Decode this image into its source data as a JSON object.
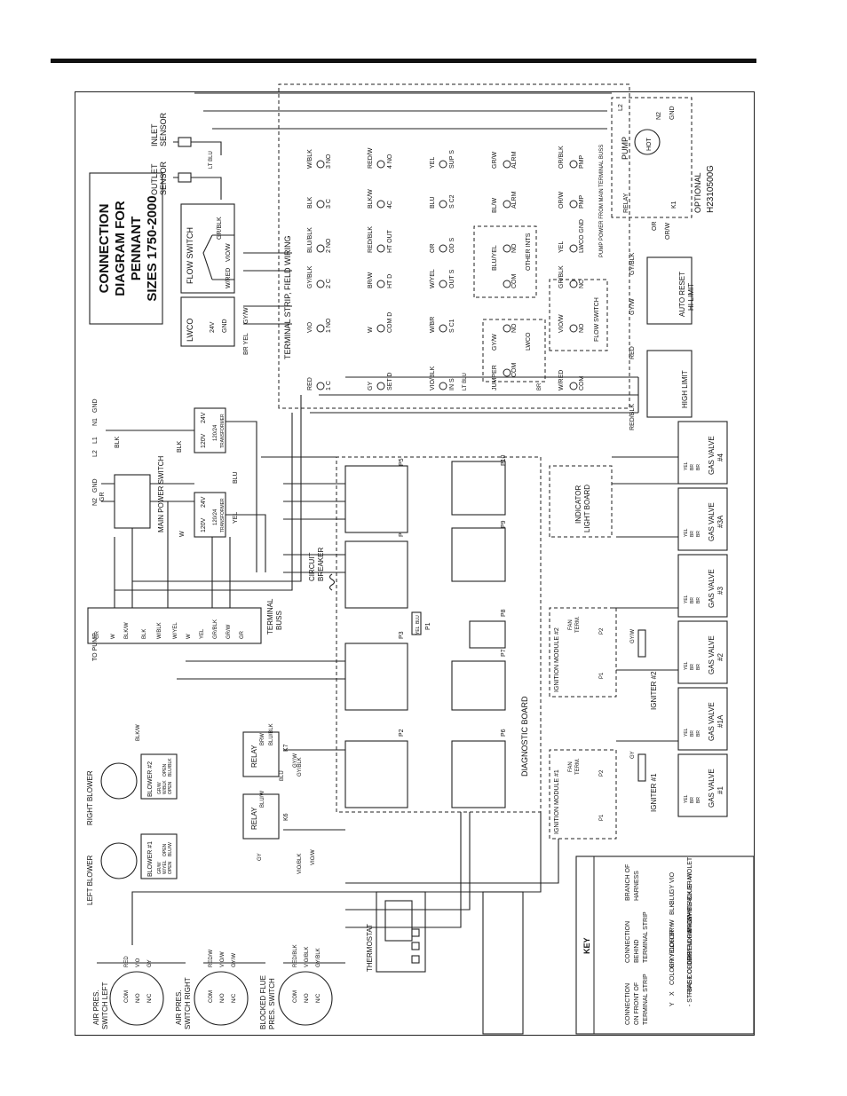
{
  "title": [
    "CONNECTION",
    "DIAGRAM FOR",
    "PENNANT",
    "SIZES 1750-2000"
  ],
  "drawing_number": "H2310500G",
  "optional_label": "OPTIONAL",
  "pump_power_note": "PUMP POWER FROM MAIN TERMINAL BUSS",
  "sensors": {
    "outlet": [
      "OUTLET",
      "SENSOR"
    ],
    "inlet": [
      "INLET",
      "SENSOR"
    ],
    "wire": "LT BLU"
  },
  "pump": {
    "label": "PUMP",
    "hot": "HOT",
    "relay": "RELAY",
    "k1": "K1",
    "l2": "L2",
    "n2": "N2",
    "gnd": "GND",
    "or": "OR",
    "orw": "OR/W"
  },
  "flow_switch": {
    "label": "FLOW SWITCH",
    "w1": "GR/BLK",
    "w2": "VIO/W",
    "w3": "W/RED"
  },
  "lwco": {
    "label": "LWCO",
    "v24": "24V",
    "gnd": "GND",
    "wire1": "GY/W",
    "wire2": "BR YEL"
  },
  "terminal_strip": {
    "title": "TERMINAL STRIP, FIELD WIRING",
    "row1_wires": [
      "RED",
      "VIO",
      "GY/BLK",
      "BLU/BLK",
      "BLK",
      "W/BLK"
    ],
    "row1_labels": [
      "1 C",
      "1 NO",
      "2 C",
      "2 NO",
      "3 C",
      "3 NO"
    ],
    "row2_wires": [
      "GY",
      "W",
      "BR/W",
      "RED/BLK",
      "BLK/W",
      "RED/W"
    ],
    "row2_labels": [
      "SET D",
      "COM D",
      "HT D",
      "HT OUT",
      "4C",
      "4 NO"
    ],
    "row3_wires": [
      "VIO/BLK",
      "W/BR",
      "W/YEL",
      "OR",
      "BLU",
      "YEL"
    ],
    "row3_labels": [
      "IN S",
      "S C1",
      "OUT S",
      "OD S",
      "S C2",
      "SUP S"
    ],
    "row4_wires": [
      "GY/W",
      "BLU/YEL",
      "BL/W",
      "GR/W"
    ],
    "row4_labels": [
      "COM",
      "NO",
      "COM",
      "NO",
      "ALRM",
      "ALRM"
    ],
    "row5_wires": [
      "W/RED",
      "VIO/W",
      "GR/BLK",
      "YEL",
      "OR/W",
      "OR/BLK"
    ],
    "row5_labels": [
      "COM",
      "NO",
      "NC",
      "LWCO GND",
      "PMP",
      "PMP"
    ],
    "jumper": "JUMPER",
    "other_ints": "OTHER INTS",
    "lwco": "LWCO",
    "flow_switch": "FLOW SWITCH",
    "lt_blu": "LT BLU",
    "br": "BR"
  },
  "auto_reset": [
    "AUTO RESET",
    "HI-LIMIT"
  ],
  "high_limit": "HIGH LIMIT",
  "high_limit_wires": [
    "RED/BLK",
    "RED",
    "GY/W",
    "GY/BLK"
  ],
  "power": {
    "main_switch": "MAIN POWER SWITCH",
    "inputs": [
      "GND",
      "N1",
      "L1",
      "L2",
      "GND",
      "N2"
    ],
    "transformer": "TRANSFORMER",
    "v120": "120V",
    "v24": "24V",
    "v120_24": "120/24",
    "wires": [
      "GR",
      "BLK",
      "W",
      "BLK",
      "YEL",
      "BLU"
    ]
  },
  "terminal_buss": {
    "label": [
      "TERMINAL",
      "BUSS"
    ],
    "to_pump": "TO PUMP",
    "wires": [
      "GR",
      "W",
      "BLK/W",
      "BLK",
      "W/BLK",
      "W/YEL",
      "W",
      "YEL",
      "GR/BLK",
      "GR/W",
      "GR"
    ]
  },
  "circuit_breaker": [
    "CIRCUIT",
    "BREAKER"
  ],
  "relays": [
    {
      "label": "RELAY",
      "k": "K7",
      "wires": [
        "BRW",
        "BLU/BLK"
      ]
    },
    {
      "label": "RELAY",
      "k": "K6",
      "wires": [
        "BLU/W",
        "GY"
      ]
    }
  ],
  "relay_wires": [
    "BLK/W",
    "GY/W",
    "GY/BLK",
    "BLU",
    "VIO/BLK",
    "VIO/W"
  ],
  "blowers": {
    "left": "LEFT BLOWER",
    "right": "RIGHT BLOWER",
    "b1": "BLOWER #1",
    "b2": "BLOWER #2",
    "b1_pins": [
      "GR/W",
      "W/YEL",
      "OPEN",
      "OPEN",
      "BLU/W"
    ],
    "b2_pins": [
      "GR/W",
      "W/BLK",
      "OPEN",
      "OPEN",
      "BLU/BLK"
    ]
  },
  "switches": [
    {
      "label": [
        "AIR PRES.",
        "SWITCH LEFT"
      ],
      "wires": [
        "RED",
        "VIO",
        "GY"
      ]
    },
    {
      "label": [
        "AIR PRES.",
        "SWITCH RIGHT"
      ],
      "wires": [
        "RED/W",
        "VIO/W",
        "GY/W"
      ]
    },
    {
      "label": [
        "BLOCKED FLUE",
        "PRES. SWITCH"
      ],
      "wires": [
        "RED/BLK",
        "VIO/BLK",
        "GY/BLK"
      ]
    }
  ],
  "switch_pins": [
    "COM",
    "N/O",
    "N/C"
  ],
  "thermostat": "THERMOSTAT",
  "diagnostic_board": "DIAGNOSTIC BOARD",
  "connectors": [
    "P1",
    "P2",
    "P3",
    "P4",
    "P5",
    "P6",
    "P7",
    "P8",
    "P9",
    "P10"
  ],
  "p1_pins": [
    "YEL",
    "BLU"
  ],
  "pin_open": "OPEN",
  "indicator": [
    "INDICATOR",
    "LIGHT BOARD"
  ],
  "ignition_modules": [
    {
      "label": "IGNITION MODULE #1",
      "fan": [
        "FAN",
        "TERM."
      ],
      "p1": "P1",
      "p2": "P2"
    },
    {
      "label": "IGNITION MODULE #2",
      "fan": [
        "FAN",
        "TERM."
      ],
      "p1": "P1",
      "p2": "P2"
    }
  ],
  "igniters": [
    "IGNITER #1",
    "IGNITER #2"
  ],
  "igniter_wires": [
    "GY",
    "GY/W"
  ],
  "gas_valves": [
    "#1",
    "#1A",
    "#2",
    "#3",
    "#3A",
    "#4"
  ],
  "gas_valve_label": "GAS VALVE",
  "gas_valve_pins": [
    "YEL",
    "BR",
    "BR"
  ],
  "key": {
    "title": "KEY",
    "branch": [
      "BRANCH OF",
      "HARNESS"
    ],
    "behind": [
      "CONNECTION",
      "BEHIND",
      "TERMINAL STRIP"
    ],
    "front": [
      "CONNECTION",
      "ON FRONT OF",
      "TERMINAL STRIP"
    ],
    "colors": [
      [
        "VIO",
        "- VIOLET"
      ],
      [
        "GY",
        "- GRAY"
      ],
      [
        "BLU",
        "- BLUE"
      ],
      [
        "BLK",
        "- BLACK"
      ],
      [
        "W",
        "- WHITE"
      ],
      [
        "BR",
        "- BROWN"
      ],
      [
        "OR",
        "- ORANGE"
      ],
      [
        "YEL",
        "- YELLOW"
      ],
      [
        "GR",
        "- GREEN"
      ]
    ],
    "color_xy": "COLOR X / COLOR Y-",
    "x_line": [
      "X",
      "- BASE COLOR"
    ],
    "y_line": [
      "Y",
      "- STRIPE COLOR"
    ]
  }
}
